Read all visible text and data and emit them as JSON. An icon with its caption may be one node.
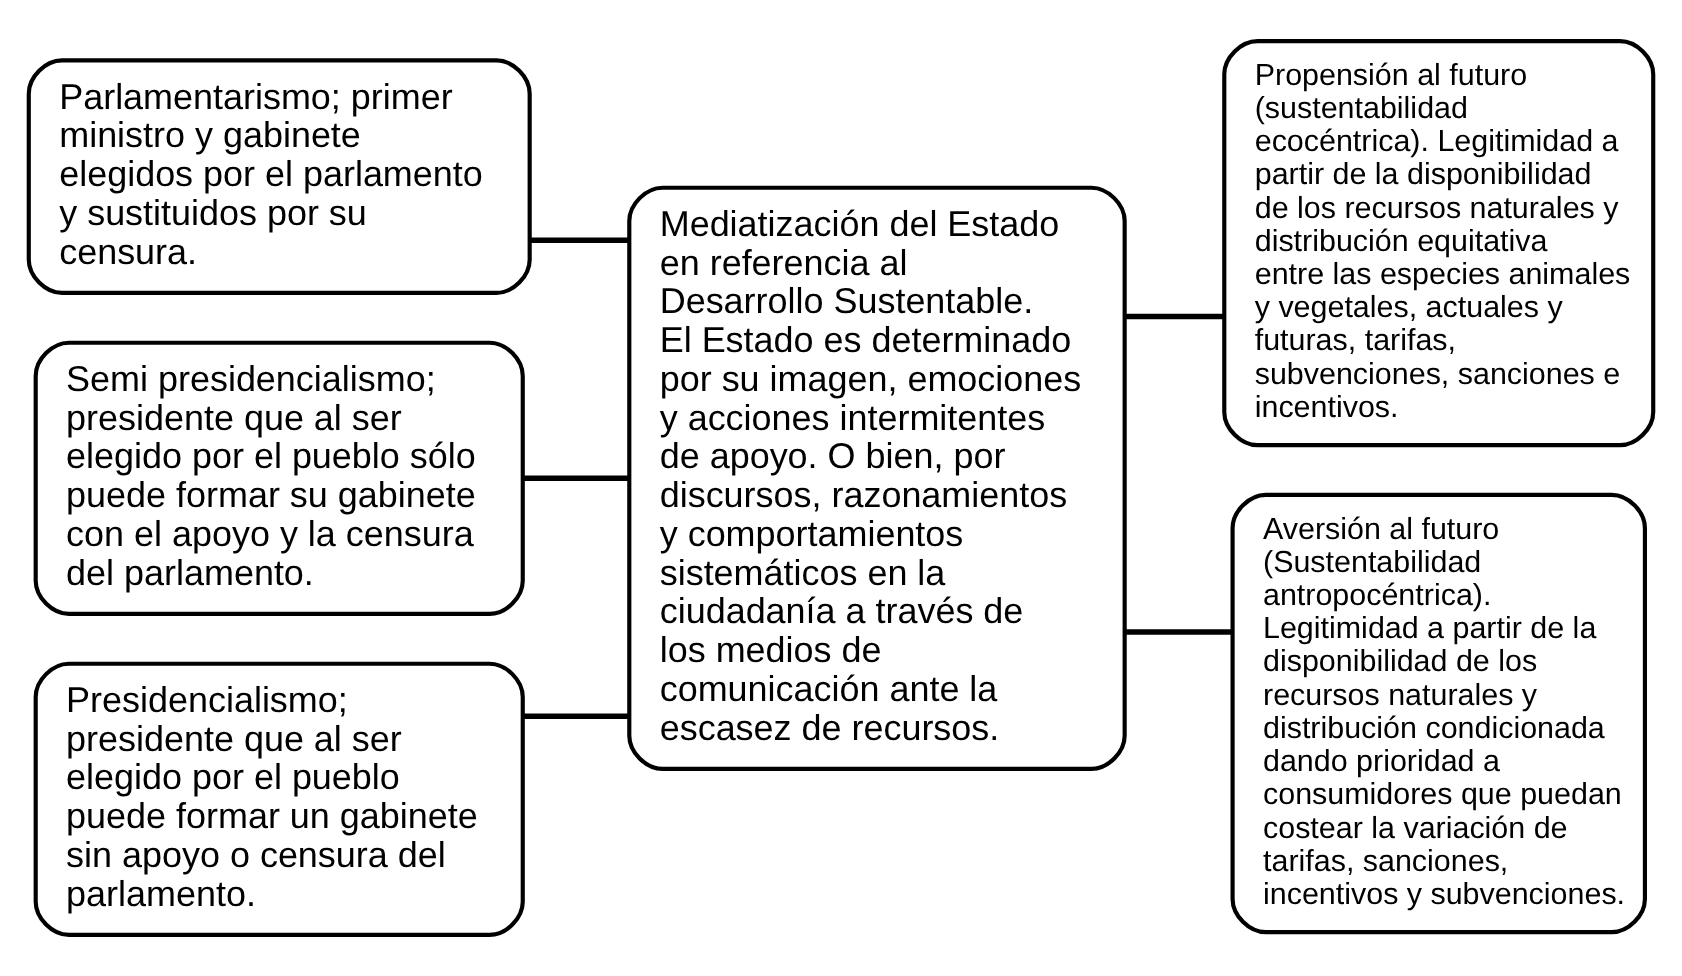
{
  "diagram": {
    "nodes": [
      {
        "text": [
          "Parlamentarismo; primer ministro y gabinete elegidos por el parlamento y sustituidos por su censura."
        ]
      },
      {
        "text": [
          "Semi presidencialismo; presidente que al ser elegido por el pueblo sólo puede formar su gabinete con el apoyo y la censura del parlamento."
        ]
      },
      {
        "text": [
          "Presidencialismo; presidente que al ser elegido por el pueblo puede formar un gabinete sin apoyo o censura del parlamento."
        ]
      },
      {
        "text": [
          "Mediatización del Estado en referencia al Desarrollo Sustentable. El Estado es determinado por su imagen, emociones y acciones intermitentes de apoyo. O bien, por discursos, razonamientos y comportamientos sistemáticos en la ciudadanía a través de los medios de comunicación ante la escasez de recursos."
        ]
      },
      {
        "text": [
          "Propensión al futuro (sustentabilidad ecocéntrica). Legitimidad a partir de la disponibilidad de los recursos naturales y distribución equitativa entre las especies animales y vegetales, actuales y futuras, tarifas, subvenciones, sanciones e incentivos."
        ]
      },
      {
        "text": [
          "Aversión al futuro (Sustentabilidad antropocéntrica). Legitimidad a partir de la disponibilidad de los recursos naturales y distribución condicionada dando prioridad a consumidores que puedan costear la variación de tarifas, sanciones, incentivos y subvenciones."
        ]
      }
    ],
    "edges": [
      {
        "from": 0,
        "to": 3,
        "arrow": "none"
      },
      {
        "from": 1,
        "to": 3,
        "arrow": "none"
      },
      {
        "from": 2,
        "to": 3,
        "arrow": "none"
      },
      {
        "from": 3,
        "to": 4,
        "arrow": "none"
      },
      {
        "from": 3,
        "to": 5,
        "arrow": "none"
      }
    ]
  }
}
